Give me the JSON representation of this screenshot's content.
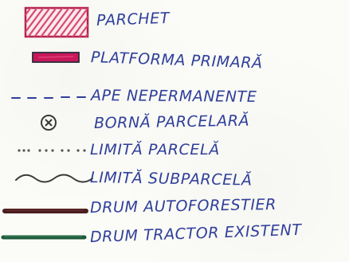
{
  "legend": {
    "items": [
      {
        "symbol": "hatched-rectangle-icon",
        "label": "PARCHET",
        "colors": {
          "fill": "#e06a86",
          "stroke": "#b3224a"
        }
      },
      {
        "symbol": "magenta-bar-icon",
        "label": "PLATFORMA PRIMARĂ",
        "colors": {
          "fill": "#c8185a",
          "stroke": "#2c2c3a"
        }
      },
      {
        "symbol": "blue-dashed-line-icon",
        "label": "APE NEPERMANENTE",
        "colors": {
          "stroke": "#3a4db0"
        }
      },
      {
        "symbol": "circled-x-icon",
        "label": "BORNĂ PARCELARĂ",
        "colors": {
          "stroke": "#3a3a3a"
        }
      },
      {
        "symbol": "dotted-line-icon",
        "label": "LIMITĂ PARCELĂ",
        "colors": {
          "stroke": "#555555"
        }
      },
      {
        "symbol": "wavy-line-icon",
        "label": "LIMITĂ SUBPARCELĂ",
        "colors": {
          "stroke": "#3a3a3a"
        }
      },
      {
        "symbol": "brown-thick-line-icon",
        "label": "DRUM AUTOFORESTIER",
        "colors": {
          "stroke": "#4a1f1f"
        }
      },
      {
        "symbol": "green-thick-line-icon",
        "label": "DRUM TRACTOR EXISTENT",
        "colors": {
          "stroke": "#1f5a3a"
        }
      }
    ]
  }
}
